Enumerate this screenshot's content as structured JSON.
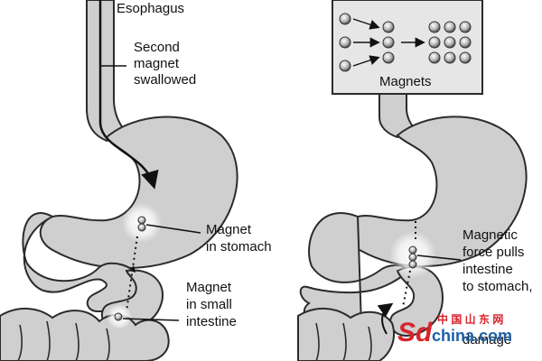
{
  "labels": {
    "esophagus": "Esophagus",
    "second_magnet": [
      "Second",
      "magnet",
      "swallowed"
    ],
    "magnet_in_stomach": [
      "Magnet",
      "in stomach"
    ],
    "magnet_in_small_intestine": [
      "Magnet",
      "in small",
      "intestine"
    ],
    "magnets_box": "Magnets",
    "magnetic_force": [
      "Magnetic",
      "force pulls",
      "intestine",
      "to stomach,",
      "damage"
    ]
  },
  "watermark": {
    "logo_text": "Sd",
    "chinese_text": "中 国 山 东 网",
    "site_text": "china.com"
  },
  "colors": {
    "organ_fill": "#cfcfcf",
    "organ_stroke": "#2b2b2b",
    "watermark_red": "#d8232a",
    "watermark_blue": "#1d5fa8"
  }
}
